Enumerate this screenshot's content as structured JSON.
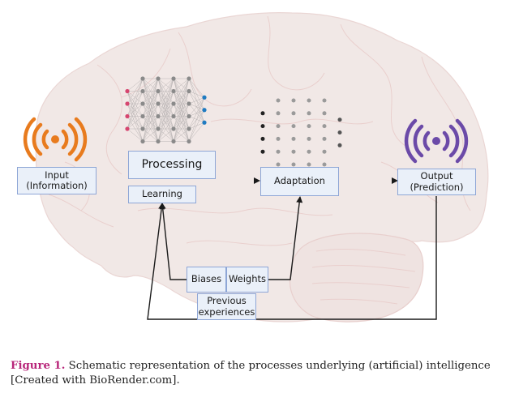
{
  "diagram": {
    "nodes": {
      "input": {
        "line1": "Input",
        "line2": "(Information)"
      },
      "processing": {
        "label": "Processing"
      },
      "learning": {
        "label": "Learning"
      },
      "adaptation": {
        "label": "Adaptation"
      },
      "output": {
        "line1": "Output",
        "line2": "(Prediction)"
      },
      "biases": {
        "label": "Biases"
      },
      "weights": {
        "label": "Weights"
      },
      "previous": {
        "line1": "Previous",
        "line2": "experiences"
      }
    },
    "icons": {
      "input_signal": {
        "name": "broadcast-signal-icon",
        "color": "#e87b1e"
      },
      "output_signal": {
        "name": "broadcast-signal-icon",
        "color": "#6b4aa8"
      }
    },
    "neural_network": {
      "input_nodes": 4,
      "hidden_layers": 4,
      "hidden_nodes_per_layer": 6,
      "output_nodes": 3,
      "input_color": "#d6456f",
      "hidden_color": "#8a8a8a",
      "output_color": "#1f7bc1"
    },
    "adaptation_grid": {
      "left_dark_nodes": 4,
      "grid_columns": 4,
      "grid_rows": 6,
      "right_dark_nodes": 3,
      "dark_color": "#222222",
      "light_color": "#9a9a9a"
    },
    "colors": {
      "brain_fill": "#f1e8e6",
      "brain_line": "#e6c9c9",
      "box_fill": "#eaf0f9",
      "box_border": "#8ea6d6",
      "arrow": "#1a1a1a"
    }
  },
  "caption": {
    "label": "Figure 1.",
    "text": " Schematic representation of the processes underlying (artificial) intelligence [Created with BioRender.com]."
  }
}
